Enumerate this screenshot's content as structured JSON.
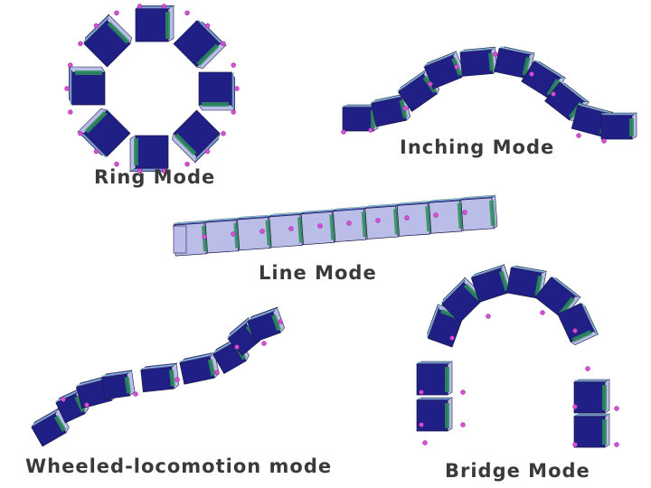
{
  "labels": {
    "ring": "Ring Mode",
    "inching": "Inching Mode",
    "line": "Line Mode",
    "wheeled": "Wheeled-locomotion mode",
    "bridge": "Bridge Mode"
  },
  "colors": {
    "module_dark": "#1f1f86",
    "module_mid": "#5b5fc7",
    "module_light": "#b9bde8",
    "joint": "#2f8f5a",
    "joint_light": "#8fd1c8",
    "pin": "#d94fd6",
    "edge": "#1a1a4a",
    "label": "#3a3a3a"
  }
}
